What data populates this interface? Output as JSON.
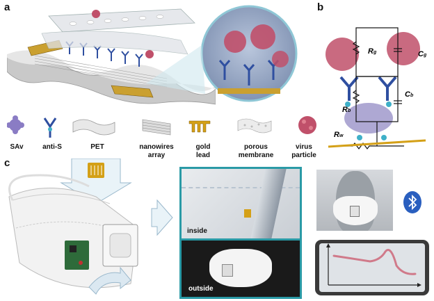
{
  "panels": {
    "a": "a",
    "b": "b",
    "c": "c"
  },
  "legend": [
    {
      "id": "sav",
      "label": "SAv"
    },
    {
      "id": "anti-s",
      "label": "anti-S"
    },
    {
      "id": "pet",
      "label": "PET"
    },
    {
      "id": "nanowires",
      "label": "nanowires\narray"
    },
    {
      "id": "gold",
      "label": "gold\nlead"
    },
    {
      "id": "membrane",
      "label": "porous\nmembrane"
    },
    {
      "id": "virus",
      "label": "virus\nparticle"
    }
  ],
  "circuit": {
    "rg": "R",
    "rg_sub": "g",
    "cg": "C",
    "cg_sub": "g",
    "rb": "R",
    "rb_sub": "b",
    "cb": "C",
    "cb_sub": "b",
    "rw": "R",
    "rw_sub": "w"
  },
  "photos": {
    "inside": "inside",
    "outside": "outside"
  },
  "icons": {
    "bluetooth": "bluetooth-icon"
  },
  "colors": {
    "teal_frame": "#2a9aa6",
    "gold": "#d4a017",
    "virus": "#c0506a",
    "antibody": "#2f4fa0",
    "trace": "#d07a8a"
  }
}
